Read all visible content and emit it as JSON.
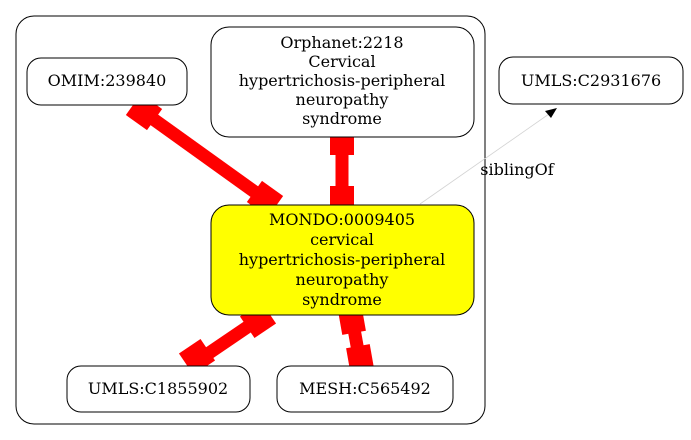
{
  "colors": {
    "edge": "#ff0000",
    "focus_fill": "#ffff00",
    "node_fill": "#ffffff",
    "stroke": "#000000",
    "sibling_edge": "#d3d3d3"
  },
  "nodes": {
    "omim": {
      "label": "OMIM:239840"
    },
    "orphanet": {
      "lines": [
        "Orphanet:2218",
        "Cervical",
        "hypertrichosis-peripheral",
        "neuropathy",
        "syndrome"
      ]
    },
    "umls_c2931676": {
      "label": "UMLS:C2931676"
    },
    "mondo": {
      "lines": [
        "MONDO:0009405",
        "cervical",
        "hypertrichosis-peripheral",
        "neuropathy",
        "syndrome"
      ]
    },
    "umls_c1855902": {
      "label": "UMLS:C1855902"
    },
    "mesh": {
      "label": "MESH:C565492"
    }
  },
  "edges": {
    "sibling": {
      "label": "siblingOf"
    }
  }
}
